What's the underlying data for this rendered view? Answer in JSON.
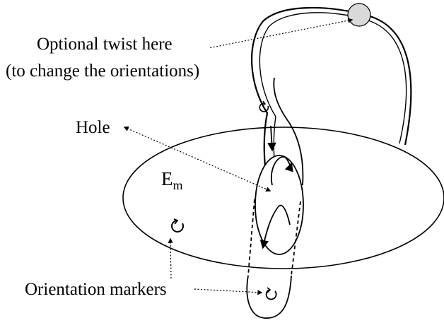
{
  "labels": {
    "twist_line1": "Optional twist here",
    "twist_line2": "(to change the orientations)",
    "hole": "Hole",
    "surface_main": "E",
    "surface_sub": "m",
    "orientation_markers": "Orientation markers"
  },
  "colors": {
    "stroke": "#000000",
    "twist_marker_fill": "#d9d9d9",
    "background": "#ffffff"
  },
  "icons": {
    "orientation_marker": "circular-arrow-icon"
  }
}
